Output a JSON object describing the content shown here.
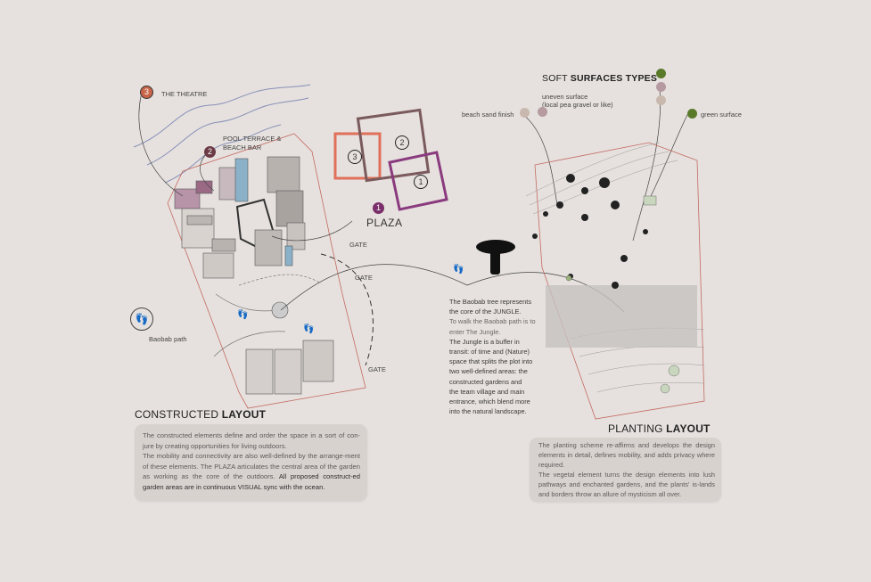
{
  "theatre": {
    "num": "3",
    "label": "THE THEATRE"
  },
  "pool": {
    "num": "2",
    "line1": "POOL TERRACE &",
    "line2": "BEACH BAR"
  },
  "plaza": {
    "num": "1",
    "label": "PLAZA"
  },
  "zones": {
    "n1": "1",
    "n2": "2",
    "n3": "3"
  },
  "gates": {
    "g1": "GATE",
    "g2": "GATE",
    "g3": "GATE"
  },
  "baobab_path": "Baobab path",
  "constructed": {
    "title_light": "CONSTRUCTED ",
    "title_bold": "LAYOUT",
    "p1": "The constructed elements define and order the space in a sort of con-jure by creating opportunities for living outdoors.",
    "p2": "The mobility and connectivity are also well-defined by the arrange-ment of these elements. The PLAZA articulates the central area of the garden as working as the core of the outdoors.",
    "p2_dark": "All proposed construct-ed garden areas are in continuous VISUAL sync with the ocean."
  },
  "baobab_note": {
    "l1": "The Baobab tree represents",
    "l2": "the core of the JUNGLE.",
    "l3": "To walk the Baobab path is to",
    "l4": "enter The Jungle.",
    "l5": "The Jungle is a buffer in",
    "l6": "transit: of time and (Nature)",
    "l7": "space that splits the plot into",
    "l8": "two well-defined areas: the",
    "l9": "constructed gardens and",
    "l10": "the team village and main",
    "l11": "entrance, which blend more",
    "l12": "into the natural landscape."
  },
  "soft": {
    "title_light": "SOFT ",
    "title_bold": "SURFACES TYPES",
    "uneven1": "uneven surface",
    "uneven2": "(local pea gravel or like)",
    "beach": "beach sand finish",
    "green": "green surface"
  },
  "planting": {
    "title_light": "PLANTING ",
    "title_bold": "LAYOUT",
    "p1": "The planting scheme re-affirms and develops the design elements in detail, defines mobility, and adds privacy where required.",
    "p2": "The vegetal element turns the design elements into lush pathways and enchanted gardens, and the plants' is-lands and borders throw an allure of mysticism all over."
  },
  "colors": {
    "background": "#e6e1de",
    "theatre": "#c86449",
    "pool": "#6a3a45",
    "plaza": "#7a2e6a",
    "zone1": "#8a3a7e",
    "zone2": "#7a5a5c",
    "zone3": "#e0705a",
    "green": "#5a7a2a",
    "mauve": "#b59aa2",
    "sand": "#c8b8ae",
    "boundary": "#c46a62"
  }
}
